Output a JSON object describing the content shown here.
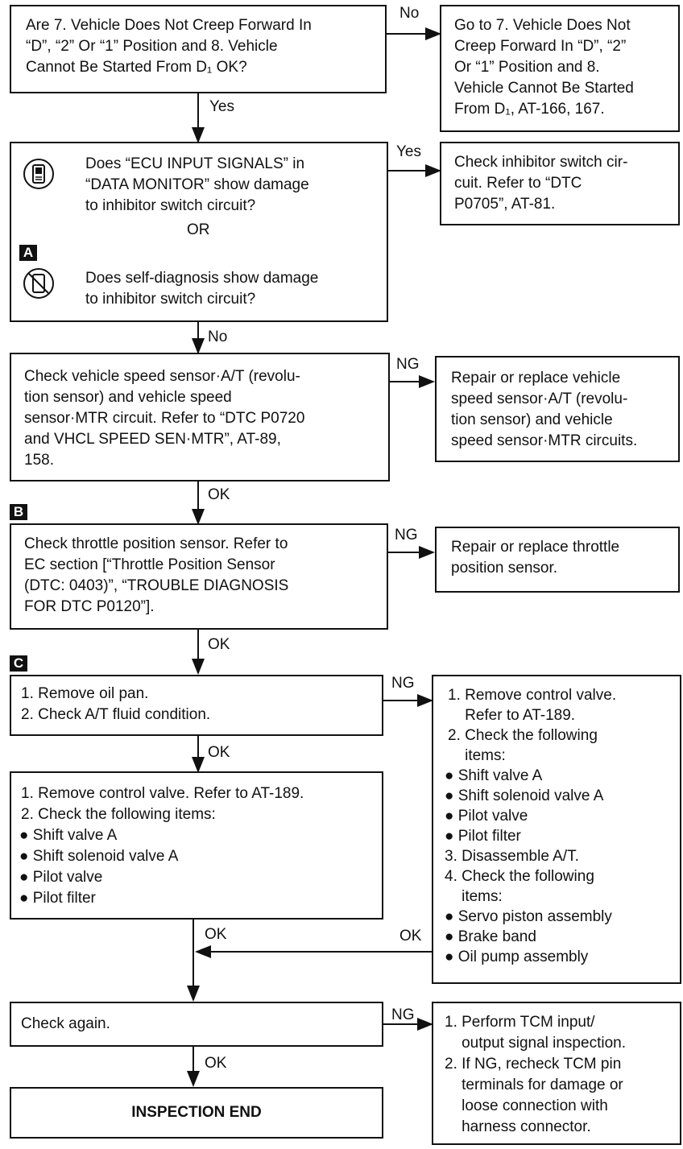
{
  "boxes": {
    "q1": [
      "Are 7. Vehicle Does Not Creep Forward In",
      "“D”, “2” Or “1” Position and 8. Vehicle",
      "Cannot Be Started From D₁ OK?"
    ],
    "goto7": [
      "Go to 7. Vehicle Does Not",
      "Creep Forward In “D”, “2”",
      "Or “1” Position and 8.",
      "Vehicle Cannot Be Started",
      "From D₁, AT-166, 167."
    ],
    "q2_top": [
      "Does “ECU INPUT SIGNALS” in",
      "“DATA MONITOR” show damage",
      "to inhibitor switch circuit?"
    ],
    "q2_or": "OR",
    "q2_bottom": [
      "Does self-diagnosis show damage",
      "to inhibitor switch circuit?"
    ],
    "check_inhibitor": [
      "Check inhibitor switch cir-",
      "cuit. Refer to “DTC",
      "P0705”, AT-81."
    ],
    "check_speed": [
      "Check vehicle speed sensor·A/T (revolu-",
      "tion sensor) and vehicle speed",
      "sensor·MTR circuit. Refer to “DTC P0720",
      "and VHCL SPEED SEN·MTR”, AT-89,",
      "158."
    ],
    "repair_speed": [
      "Repair or replace vehicle",
      "speed sensor·A/T (revolu-",
      "tion sensor) and vehicle",
      "speed sensor·MTR circuits."
    ],
    "check_tps": [
      "Check throttle position sensor. Refer to",
      "EC section [“Throttle Position Sensor",
      "(DTC: 0403)”, “TROUBLE DIAGNOSIS",
      "FOR DTC P0120”]."
    ],
    "repair_tps": [
      "Repair or replace throttle",
      "position sensor."
    ],
    "oil_pan": [
      "1. Remove oil pan.",
      "2. Check A/T fluid condition."
    ],
    "control_valve_right": [
      "1. Remove control valve.",
      "    Refer to AT-189.",
      "2. Check the following",
      "    items:",
      "● Shift valve A",
      "● Shift solenoid valve A",
      "● Pilot valve",
      "● Pilot filter",
      "3. Disassemble A/T.",
      "4. Check the following",
      "    items:",
      "● Servo piston assembly",
      "● Brake band",
      "● Oil pump assembly"
    ],
    "control_valve_left": [
      "1. Remove control valve. Refer to AT-189.",
      "2. Check the following items:",
      "● Shift valve A",
      "● Shift solenoid valve A",
      "● Pilot valve",
      "● Pilot filter"
    ],
    "check_again": [
      "Check again."
    ],
    "tcm": [
      "1. Perform TCM input/",
      "    output signal inspection.",
      "2. If NG, recheck TCM pin",
      "    terminals for damage or",
      "    loose connection with",
      "    harness connector."
    ],
    "end": "INSPECTION END"
  },
  "labels": {
    "no1": "No",
    "yes1": "Yes",
    "yes2": "Yes",
    "no2": "No",
    "ng1": "NG",
    "ok1": "OK",
    "ng2": "NG",
    "ok2": "OK",
    "ng3": "NG",
    "ok3": "OK",
    "ok4": "OK",
    "ok5": "OK",
    "ng4": "NG",
    "ok6": "OK"
  },
  "badges": {
    "a": "A",
    "b": "B",
    "c": "C"
  },
  "icons": {
    "consult": "consult-tester-icon",
    "no_tester": "no-tester-icon"
  }
}
